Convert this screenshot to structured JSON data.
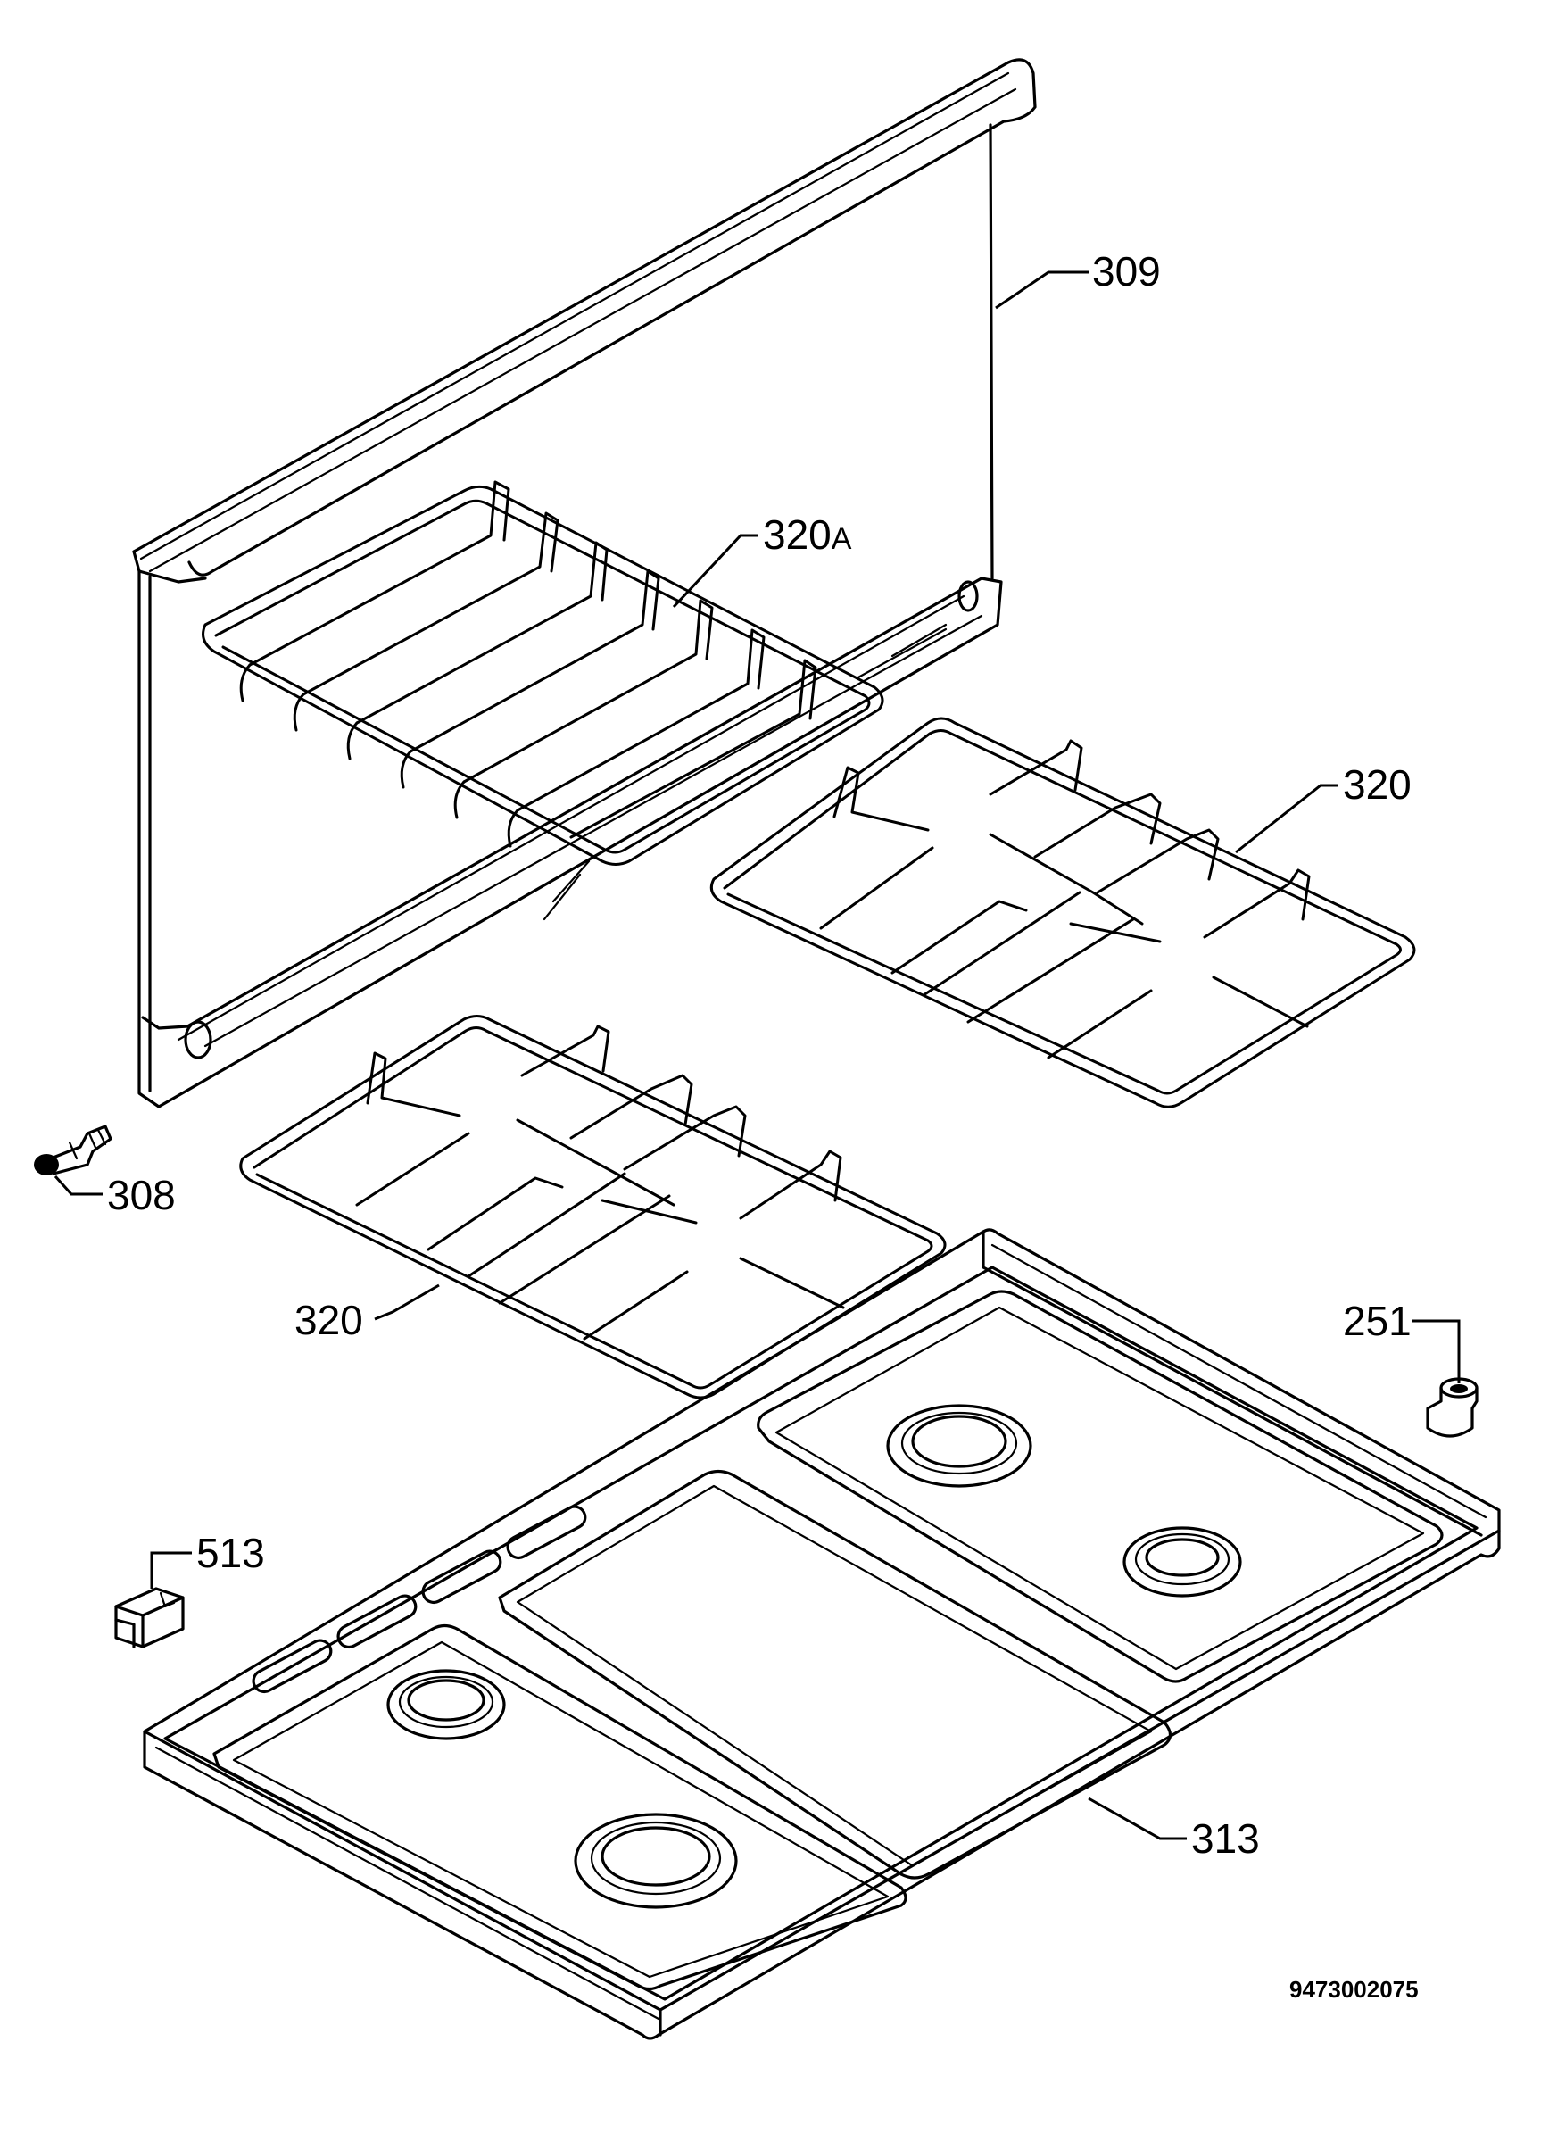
{
  "callouts": {
    "c309": "309",
    "c320a_num": "320",
    "c320a_suffix": "A",
    "c320_right": "320",
    "c320_left": "320",
    "c308": "308",
    "c251": "251",
    "c513": "513",
    "c313": "313"
  },
  "document_number": "9473002075"
}
